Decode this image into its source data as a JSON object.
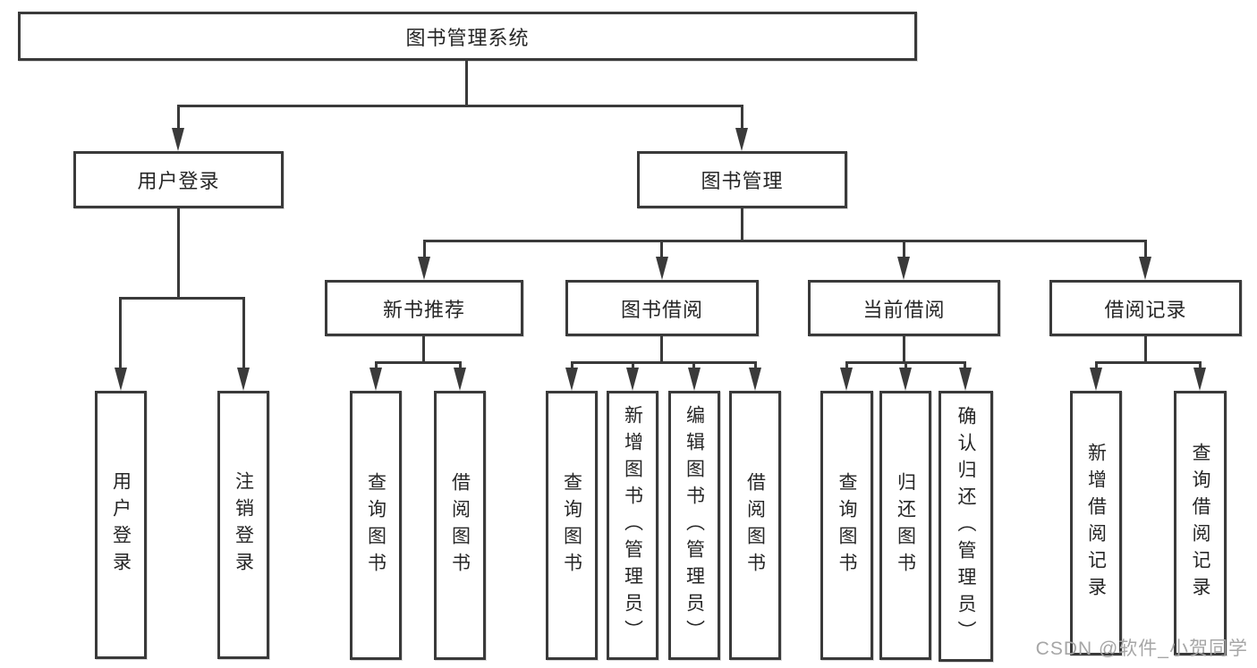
{
  "tree": {
    "root": "图书管理系统",
    "branches": [
      {
        "label": "用户登录",
        "children": [
          "用户登录",
          "注销登录"
        ]
      },
      {
        "label": "图书管理",
        "groups": [
          {
            "label": "新书推荐",
            "children": [
              "查询图书",
              "借阅图书"
            ]
          },
          {
            "label": "图书借阅",
            "children": [
              "查询图书",
              "新增图书（管理员）",
              "编辑图书（管理员）",
              "借阅图书"
            ]
          },
          {
            "label": "当前借阅",
            "children": [
              "查询图书",
              "归还图书",
              "确认归还（管理员）"
            ]
          },
          {
            "label": "借阅记录",
            "children": [
              "新增借阅记录",
              "查询借阅记录"
            ]
          }
        ]
      }
    ]
  },
  "watermark": {
    "text": "CSDN @软件_小贺同学"
  },
  "colors": {
    "line": "#3a3a3a",
    "text": "#262626",
    "background": "#ffffff",
    "watermark": "#a6a6a6"
  }
}
